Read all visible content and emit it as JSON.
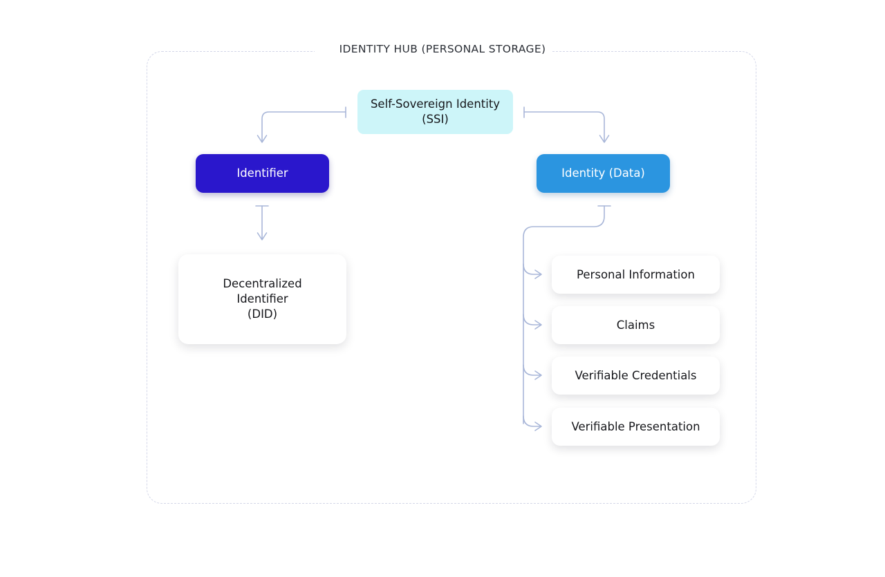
{
  "diagram": {
    "title": "IDENTITY HUB (PERSONAL STORAGE)",
    "root": {
      "label_line1": "Self-Sovereign Identity",
      "label_line2": "(SSI)",
      "color": "#cdf5f9"
    },
    "branches": {
      "identifier": {
        "label": "Identifier",
        "color": "#2a17cc",
        "text_color": "#ffffff",
        "child": {
          "label_line1": "Decentralized",
          "label_line2": "Identifier",
          "label_line3": "(DID)",
          "color": "#ffffff"
        }
      },
      "identity_data": {
        "label": "Identity (Data)",
        "color": "#2b95e0",
        "text_color": "#ffffff",
        "children": [
          {
            "label": "Personal Information"
          },
          {
            "label": "Claims"
          },
          {
            "label": "Verifiable Credentials"
          },
          {
            "label": "Verifiable Presentation"
          }
        ]
      }
    },
    "style": {
      "connector_color": "#a8b6d8",
      "frame_border_color": "#d3d6e8",
      "background": "#ffffff"
    }
  }
}
